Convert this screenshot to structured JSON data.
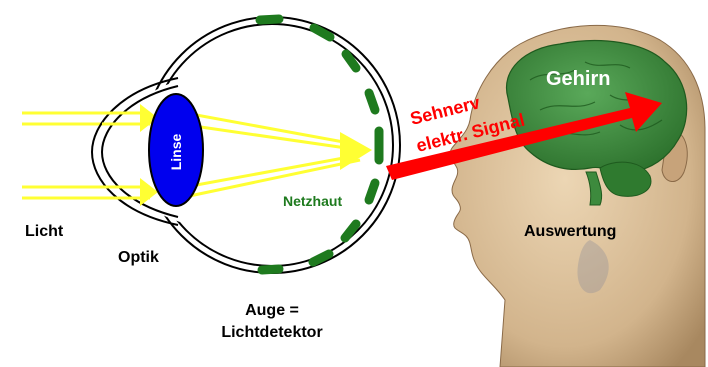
{
  "labels": {
    "licht": "Licht",
    "optik": "Optik",
    "linse": "Linse",
    "netzhaut": "Netzhaut",
    "auge_line1": "Auge =",
    "auge_line2": "Lichtdetektor",
    "sehnerv": "Sehnerv",
    "signal": "elektr. Signal",
    "gehirn": "Gehirn",
    "auswertung": "Auswertung"
  },
  "colors": {
    "light_rays": "#ffff33",
    "lens": "#0000ee",
    "retina": "#1e7a1e",
    "signal_arrow": "#ff0000",
    "brain": "#3a8a3a",
    "skin": "#d6b890",
    "outline": "#000000"
  }
}
